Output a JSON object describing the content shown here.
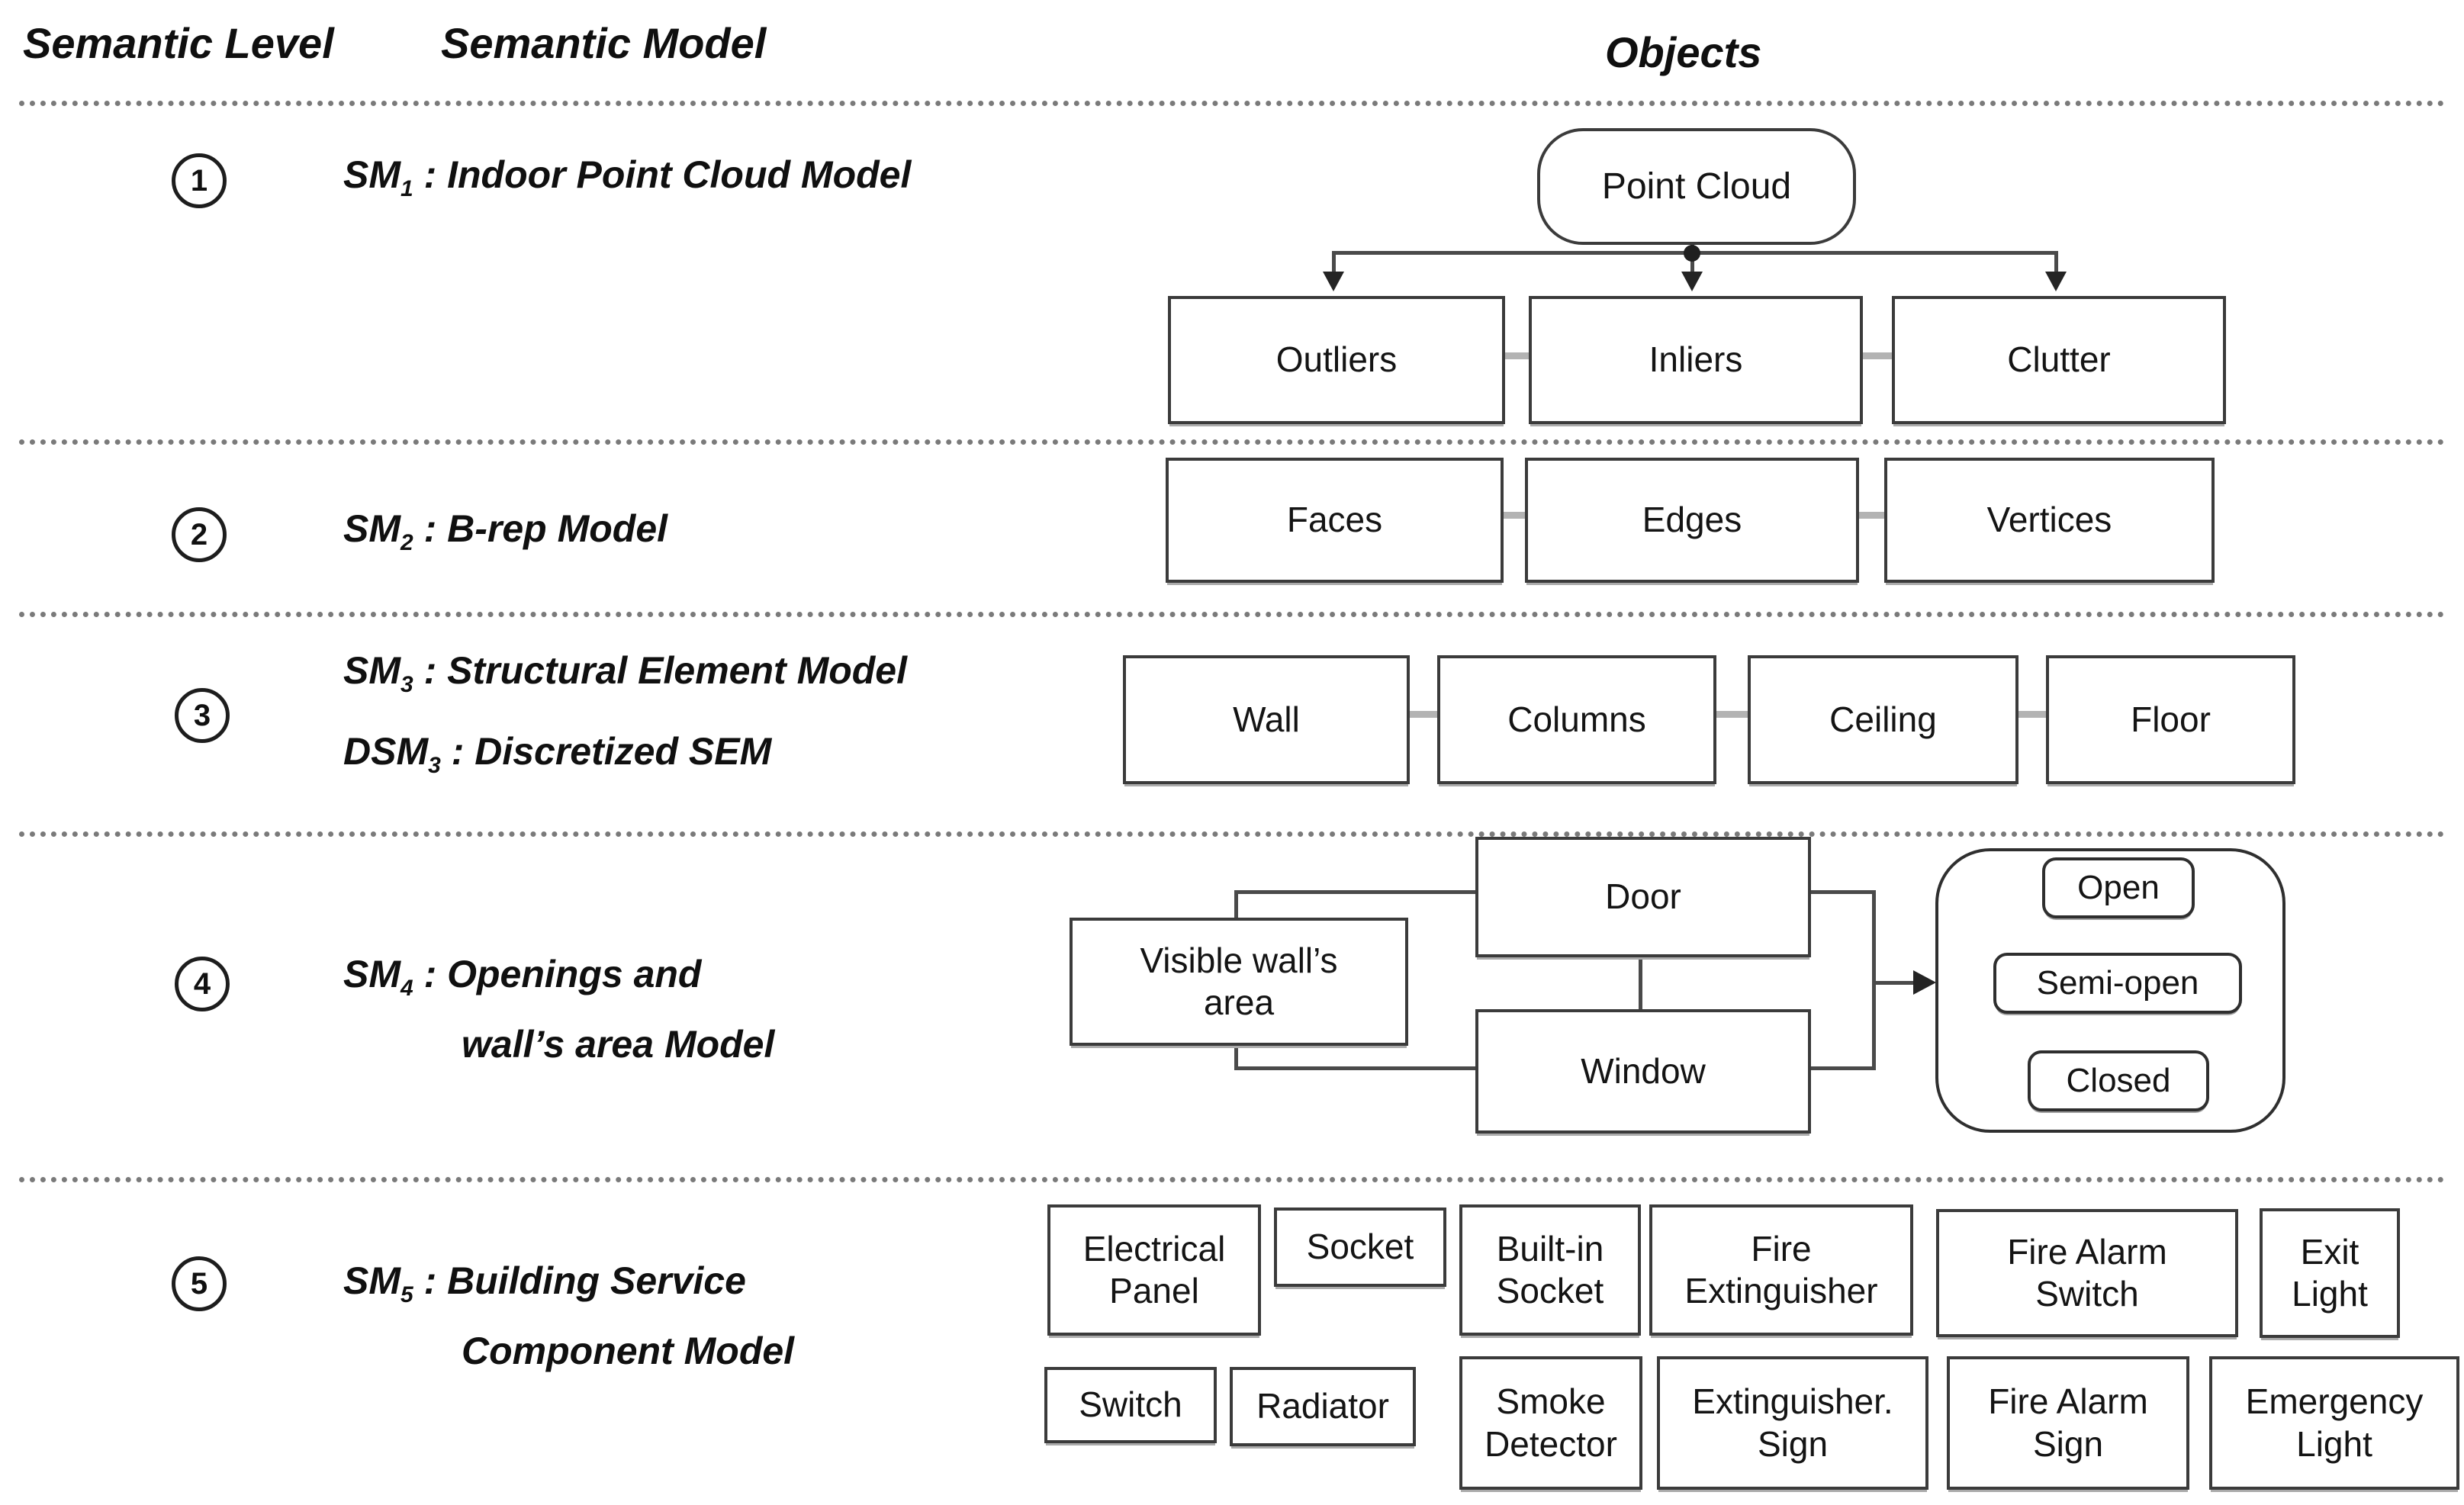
{
  "header": {
    "semantic_level": "Semantic Level",
    "semantic_model": "Semantic Model",
    "objects": "Objects"
  },
  "levels": {
    "l1": {
      "num": "1",
      "abbr": "SM",
      "sub": "1",
      "desc": " : Indoor Point Cloud Model"
    },
    "l2": {
      "num": "2",
      "abbr": "SM",
      "sub": "2",
      "desc": " : B-rep Model"
    },
    "l3": {
      "num": "3",
      "abbr": "SM",
      "sub": "3",
      "desc": " : Structural Element Model",
      "abbr2": "DSM",
      "sub2": "3",
      "desc2": " : Discretized SEM"
    },
    "l4": {
      "num": "4",
      "abbr": "SM",
      "sub": "4",
      "desc": " : Openings and",
      "desc2": "wall’s area Model"
    },
    "l5": {
      "num": "5",
      "abbr": "SM",
      "sub": "5",
      "desc": " : Building Service",
      "desc2": "Component Model"
    }
  },
  "objects": {
    "point_cloud": "Point Cloud",
    "outliers": "Outliers",
    "inliers": "Inliers",
    "clutter": "Clutter",
    "faces": "Faces",
    "edges": "Edges",
    "vertices": "Vertices",
    "wall": "Wall",
    "columns": "Columns",
    "ceiling": "Ceiling",
    "floor": "Floor",
    "door": "Door",
    "visible_walls_area": "Visible wall’s\narea",
    "window": "Window",
    "open": "Open",
    "semi_open": "Semi-open",
    "closed": "Closed",
    "electrical_panel": "Electrical\nPanel",
    "socket": "Socket",
    "built_in_socket": "Built-in\nSocket",
    "fire_extinguisher": "Fire\nExtinguisher",
    "fire_alarm_switch": "Fire Alarm\nSwitch",
    "exit_light": "Exit\nLight",
    "switch": "Switch",
    "radiator": "Radiator",
    "smoke_detector": "Smoke\nDetector",
    "extinguisher_sign": "Extinguisher.\nSign",
    "fire_alarm_sign": "Fire Alarm\nSign",
    "emergency_light": "Emergency\nLight"
  },
  "colors": {
    "ink": "#141414",
    "connector": "#4a4a4a",
    "sibling_link": "#b3b3b3",
    "background": "#ffffff"
  }
}
